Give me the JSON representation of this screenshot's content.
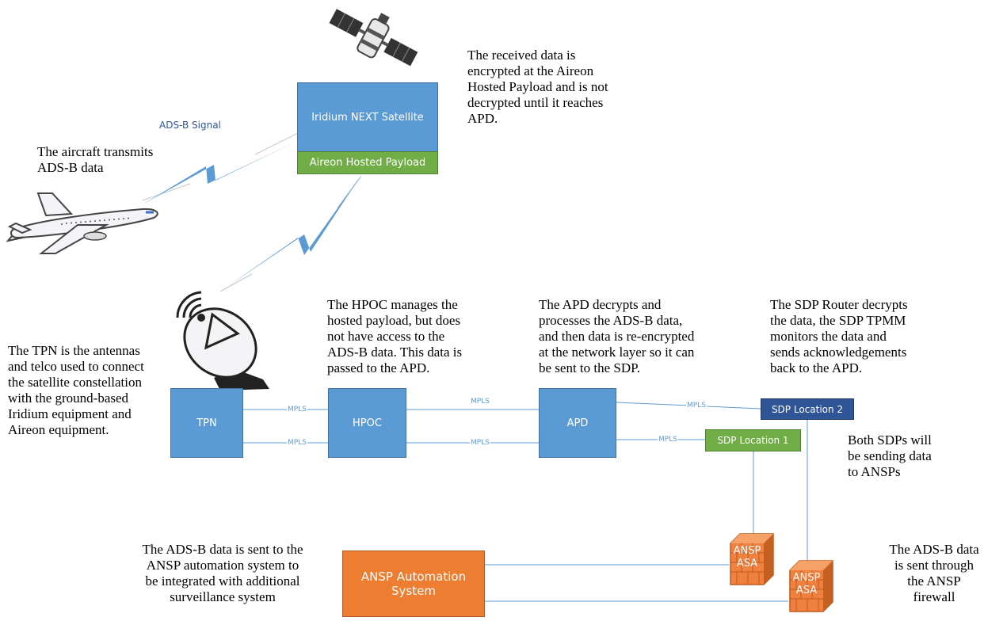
{
  "notes": {
    "satellite": [
      "The received data is",
      "encrypted at the Aireon",
      "Hosted Payload and is not",
      "decrypted until it reaches",
      "APD."
    ],
    "aircraft": [
      "The aircraft transmits",
      "ADS-B data"
    ],
    "tpn": [
      "The TPN is the antennas",
      "and telco used to connect",
      "the satellite constellation",
      "with the ground-based",
      "Iridium equipment and",
      "Aireon equipment."
    ],
    "hpoc": [
      "The HPOC manages the",
      "hosted payload, but does",
      "not have access to the",
      "ADS-B data.  This data is",
      "passed to the APD."
    ],
    "apd": [
      "The APD decrypts and",
      "processes the ADS-B data,",
      "and then data is re-encrypted",
      "at the network layer so it can",
      "be sent to the SDP."
    ],
    "sdp": [
      "The SDP Router decrypts",
      "the data, the SDP TPMM",
      "monitors the data and",
      "sends acknowledgements",
      "back to the APD."
    ],
    "both_sdps": [
      "Both SDPs will",
      "be sending data",
      "to ANSPs"
    ],
    "ansp_automation": [
      "The ADS-B data is sent to the",
      "ANSP automation system to",
      "be integrated with additional",
      "surveillance system"
    ],
    "firewall": [
      "The ADS-B data",
      "is sent through",
      "the ANSP",
      "firewall"
    ]
  },
  "signal_label": "ADS-B Signal",
  "boxes": {
    "satellite": "Iridium NEXT Satellite",
    "payload": "Aireon Hosted Payload",
    "tpn": "TPN",
    "hpoc": "HPOC",
    "apd": "APD",
    "sdp2": "SDP Location 2",
    "sdp1": "SDP Location 1",
    "ansp_automation": [
      "ANSP Automation",
      "System"
    ],
    "asa1": [
      "ANSP",
      "ASA"
    ],
    "asa2": [
      "ANSP",
      "ASA"
    ]
  },
  "link_label": "MPLS",
  "colors": {
    "box_blue": "#5b9bd5",
    "box_green": "#70ad47",
    "box_darkblue": "#2f5597",
    "box_orange": "#ed7d31",
    "line": "#5b9bd5",
    "firewall": "#f08040"
  },
  "icons": [
    "satellite-icon",
    "airplane-icon",
    "satellite-dish-icon",
    "firewall-icon"
  ]
}
